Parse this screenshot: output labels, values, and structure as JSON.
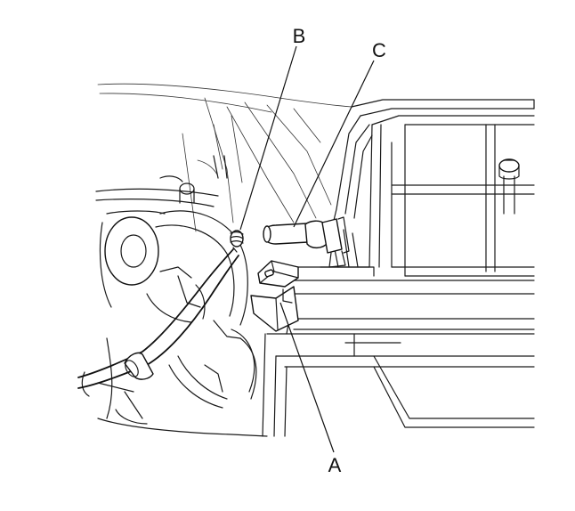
{
  "callouts": {
    "a": "A",
    "b": "B",
    "c": "C"
  },
  "colors": {
    "line": "#1a1a1a",
    "background": "#ffffff"
  }
}
